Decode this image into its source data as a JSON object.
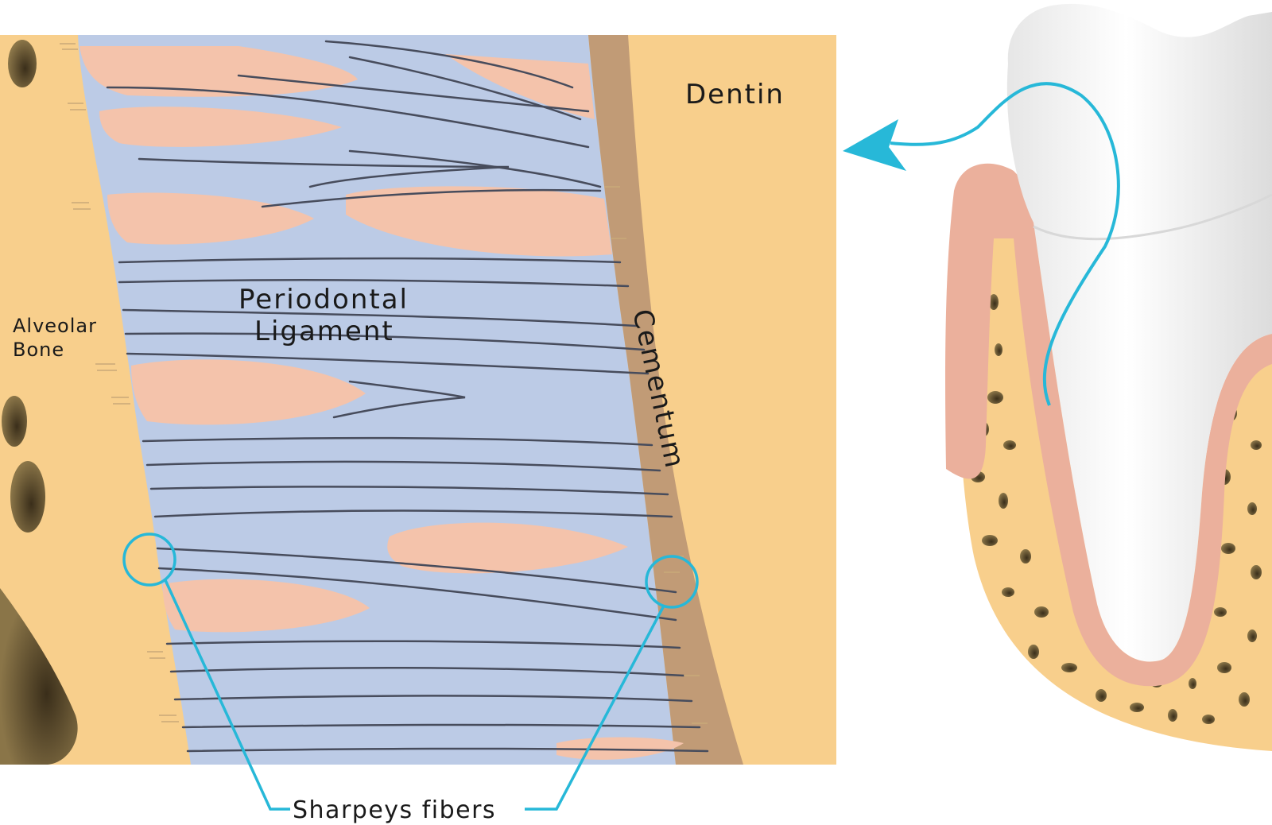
{
  "labels": {
    "dentin": "Dentin",
    "pdl_line1": "Periodontal",
    "pdl_line2": "Ligament",
    "alveolar_line1": "Alveolar",
    "alveolar_line2": "Bone",
    "cementum": "Cementum",
    "sharpeys": "Sharpeys fibers"
  },
  "colors": {
    "bone": "#f8cf8c",
    "ligament": "#bccbe6",
    "cell": "#f4c3ab",
    "fiber": "#474c5c",
    "cementum": "#c19b76",
    "gum": "#ebb09c",
    "tooth": "#f4f4f4",
    "accent": "#27b8d8",
    "pore": "#5a4a2e"
  }
}
